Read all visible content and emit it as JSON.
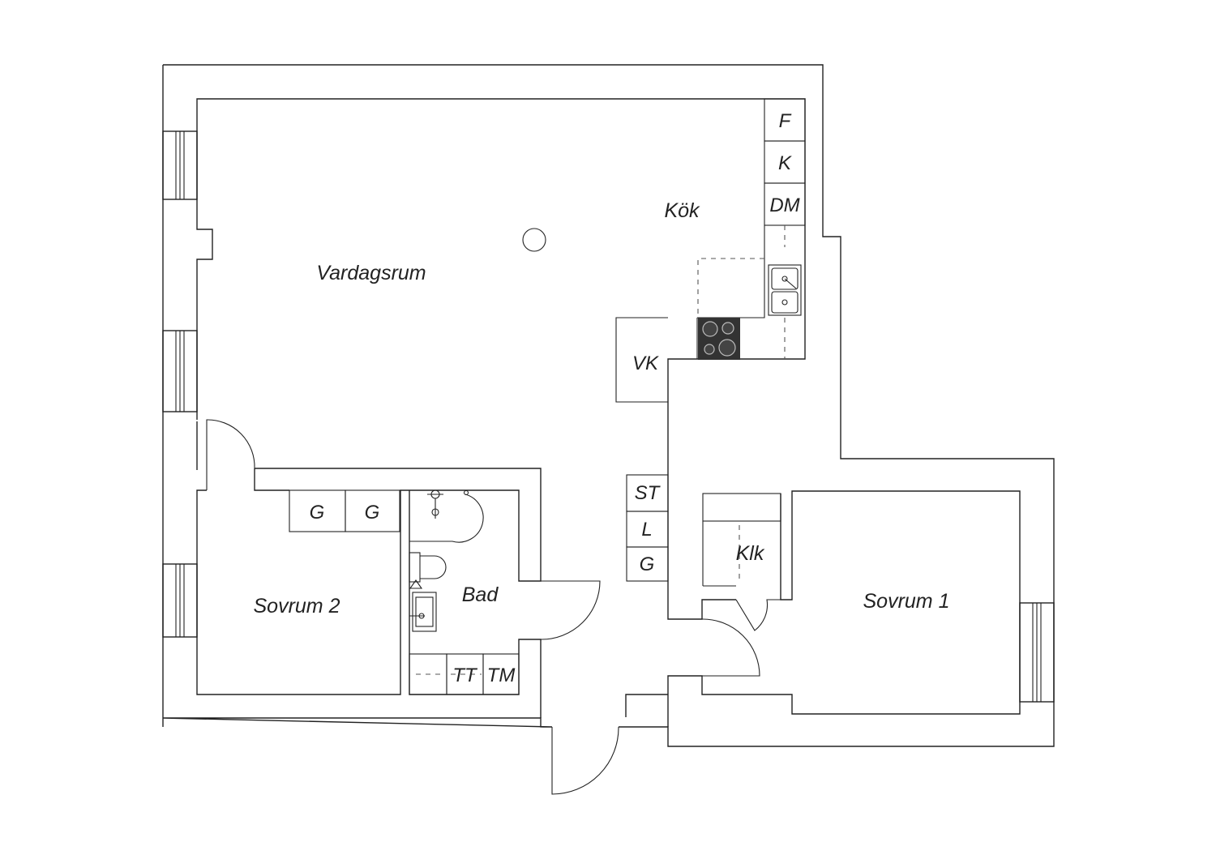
{
  "rooms": {
    "vardagsrum": "Vardagsrum",
    "kok": "Kök",
    "sovrum1": "Sovrum 1",
    "sovrum2": "Sovrum 2",
    "bad": "Bad",
    "klk": "Klk"
  },
  "fixtures": {
    "f": "F",
    "k": "K",
    "dm": "DM",
    "vk": "VK",
    "st": "ST",
    "l": "L",
    "g_hall": "G",
    "g_bed2_a": "G",
    "g_bed2_b": "G",
    "tt": "TT",
    "tm": "TM"
  },
  "colors": {
    "line": "#222222",
    "background": "#ffffff",
    "stove": "#333333"
  }
}
